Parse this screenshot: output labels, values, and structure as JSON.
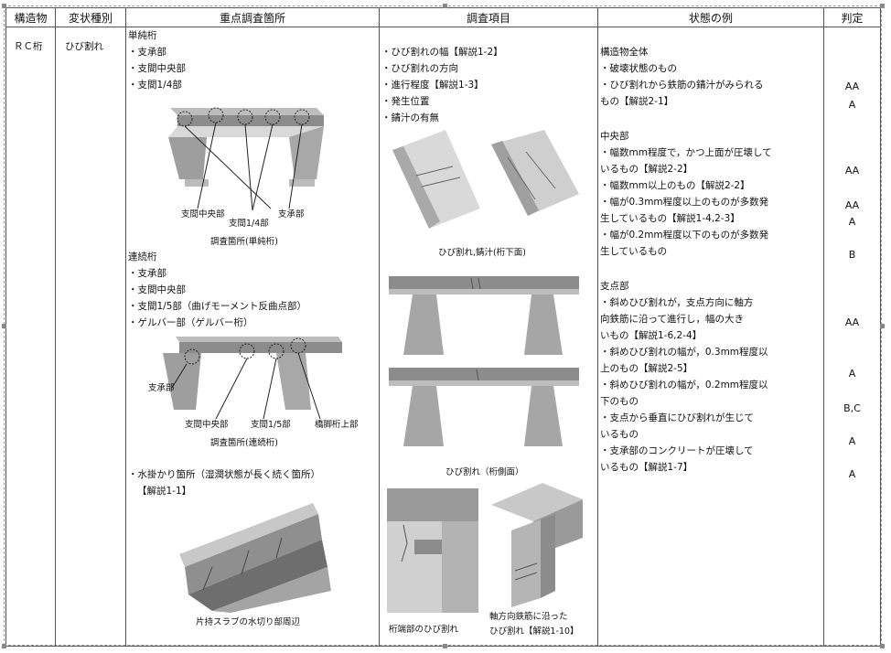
{
  "headers": [
    "構造物",
    "変状種別",
    "重点調査箇所",
    "調査項目",
    "状態の例",
    "判定"
  ],
  "structure": "ＲＣ桁",
  "deformation": "ひび割れ",
  "locations": {
    "simple_title": "単純桁",
    "simple_items": [
      "・支承部",
      "・支間中央部",
      "・支間1/4部"
    ],
    "simple_fig_labels": [
      "支間中央部",
      "支間1/4部",
      "支承部"
    ],
    "simple_caption": "調査箇所(単純桁)",
    "cont_title": "連続桁",
    "cont_items": [
      "・支承部",
      "・支間中央部",
      "・支間1/5部（曲げモーメント反曲点部）",
      "・ゲルバー部（ゲルバー桁）"
    ],
    "cont_fig_labels": [
      "支承部",
      "支間中央部",
      "支間1/5部",
      "橋脚桁上部"
    ],
    "cont_caption": "調査箇所(連続桁)",
    "water_item": "・水掛かり箇所（湿潤状態が長く続く箇所）",
    "water_ref": "【解説1-1】",
    "slab_caption": "片持スラブの水切り部周辺"
  },
  "survey": {
    "items": [
      "・ひび割れの幅【解説1-2】",
      "・ひび割れの方向",
      "・進行程度【解説1-3】",
      "・発生位置",
      "・錆汁の有無"
    ],
    "cap1": "ひび割れ,錆汁(桁下面)",
    "cap2": "ひび割れ（桁側面）",
    "cap3": "桁端部のひび割れ",
    "cap4a": "軸方向鉄筋に沿った",
    "cap4b": "ひび割れ【解説1-10】"
  },
  "states": {
    "whole_title": "構造物全体",
    "whole": [
      "・破壊状態のもの",
      "・ひび割れから鉄筋の錆汁がみられる",
      "  もの【解説2-1】"
    ],
    "center_title": "中央部",
    "center": [
      "・幅数mm程度で，かつ上面が圧壊して",
      "  いるもの【解説2-2】",
      "・幅数mm以上のもの【解説2-2】",
      "・幅が0.3mm程度以上のものが多数発",
      "  生しているもの【解説1-4,2-3】",
      "・幅が0.2mm程度以下のものが多数発",
      "  生しているもの"
    ],
    "support_title": "支点部",
    "support": [
      "・斜めひび割れが，支点方向に軸方",
      "  向鉄筋に沿って進行し，幅の大き",
      "  いもの【解説1-6,2-4】",
      "・斜めひび割れの幅が，0.3mm程度以",
      "  上のもの【解説2-5】",
      "・斜めひび割れの幅が，0.2mm程度以",
      "  下のもの",
      "・支点から垂直にひび割れが生じて",
      "  いるもの",
      "・支承部のコンクリートが圧壊して",
      "  いるもの【解説1-7】"
    ]
  },
  "verdicts": [
    "AA",
    "A",
    "AA",
    "AA",
    "A",
    "B",
    "AA",
    "A",
    "B,C",
    "A",
    "A"
  ],
  "colors": {
    "grid": "#555555",
    "drawing": "#8c8c8c",
    "drawing_light": "#c8c8c8"
  }
}
